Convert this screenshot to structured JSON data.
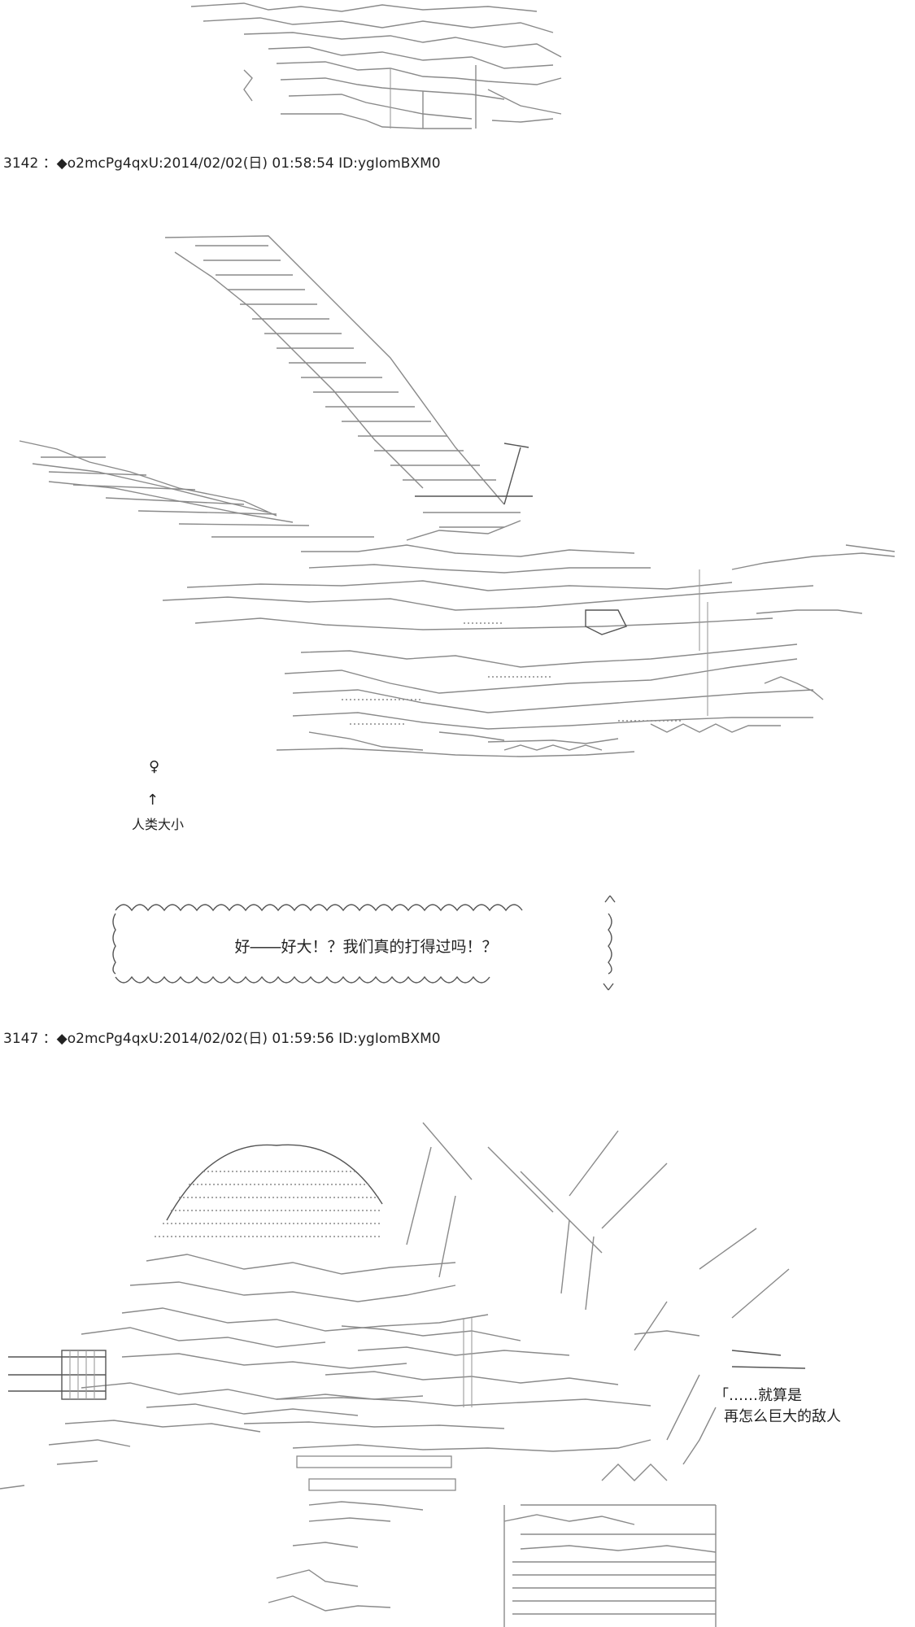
{
  "posts": [
    {
      "header": "3142 ：◆o2mcPg4qxU:2014/02/02(日) 01:58:54 ID:ygIomBXM0"
    },
    {
      "header": "3147 ：◆o2mcPg4qxU:2014/02/02(日) 01:59:56 ID:ygIomBXM0"
    }
  ],
  "scale_marker": {
    "symbol": "♀",
    "arrow": "↑",
    "label": "人类大小"
  },
  "speech_bubble": {
    "text": "好――好大！？我们真的打得过吗！？"
  },
  "side_quote": {
    "line1": "「……就算是",
    "line2": "再怎么巨大的敌人"
  }
}
